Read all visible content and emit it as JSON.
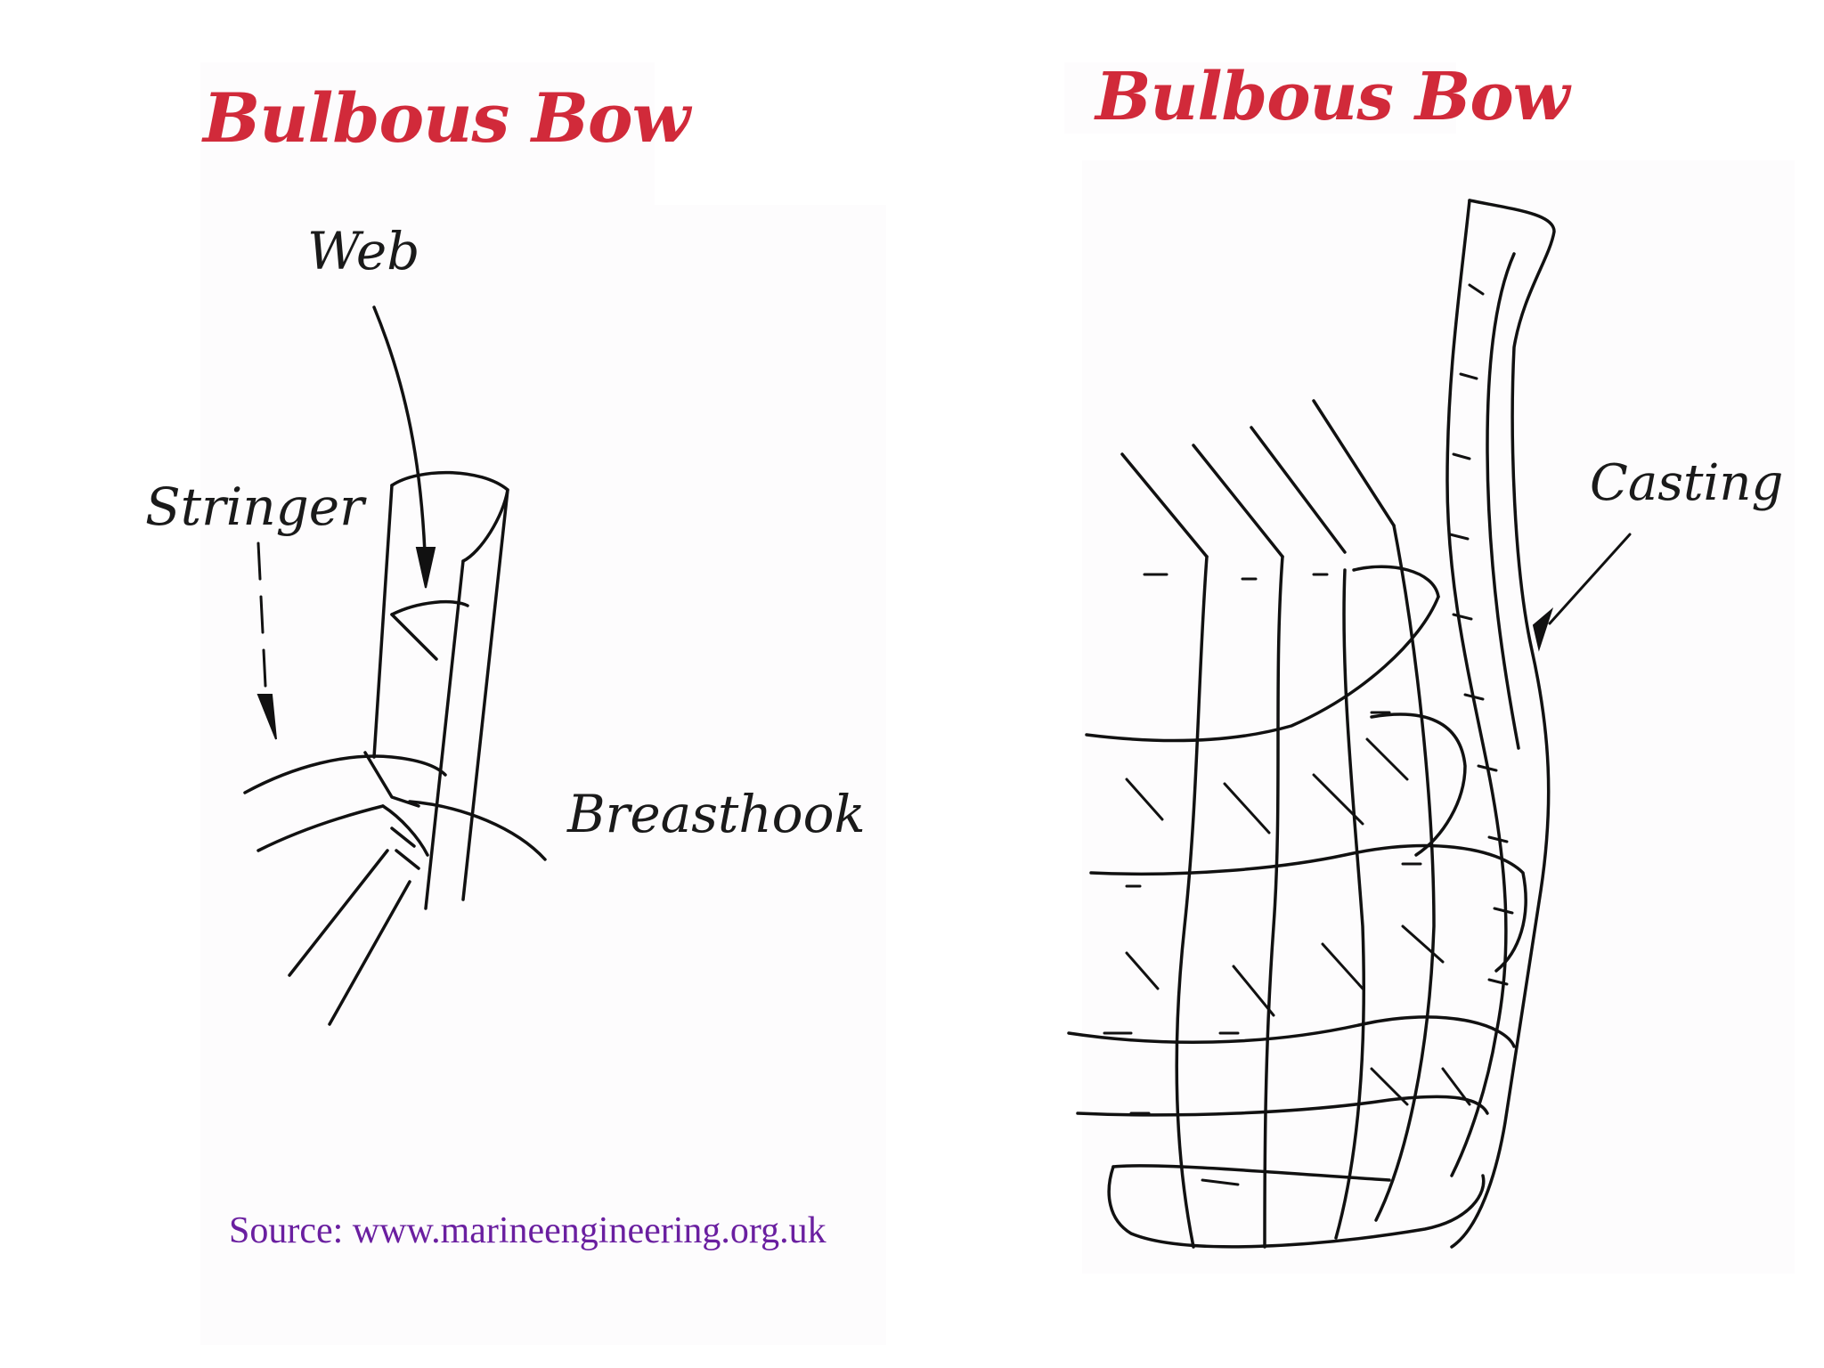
{
  "left_diagram": {
    "title": "Bulbous Bow",
    "labels": {
      "web": "Web",
      "stringer": "Stringer",
      "breasthook": "Breasthook"
    }
  },
  "right_diagram": {
    "title": "Bulbous Bow",
    "labels": {
      "casting": "Casting"
    }
  },
  "source": "Source: www.marineengineering.org.uk",
  "colors": {
    "title": "#d12a3a",
    "source": "#6a1fa0",
    "line": "#111111"
  }
}
